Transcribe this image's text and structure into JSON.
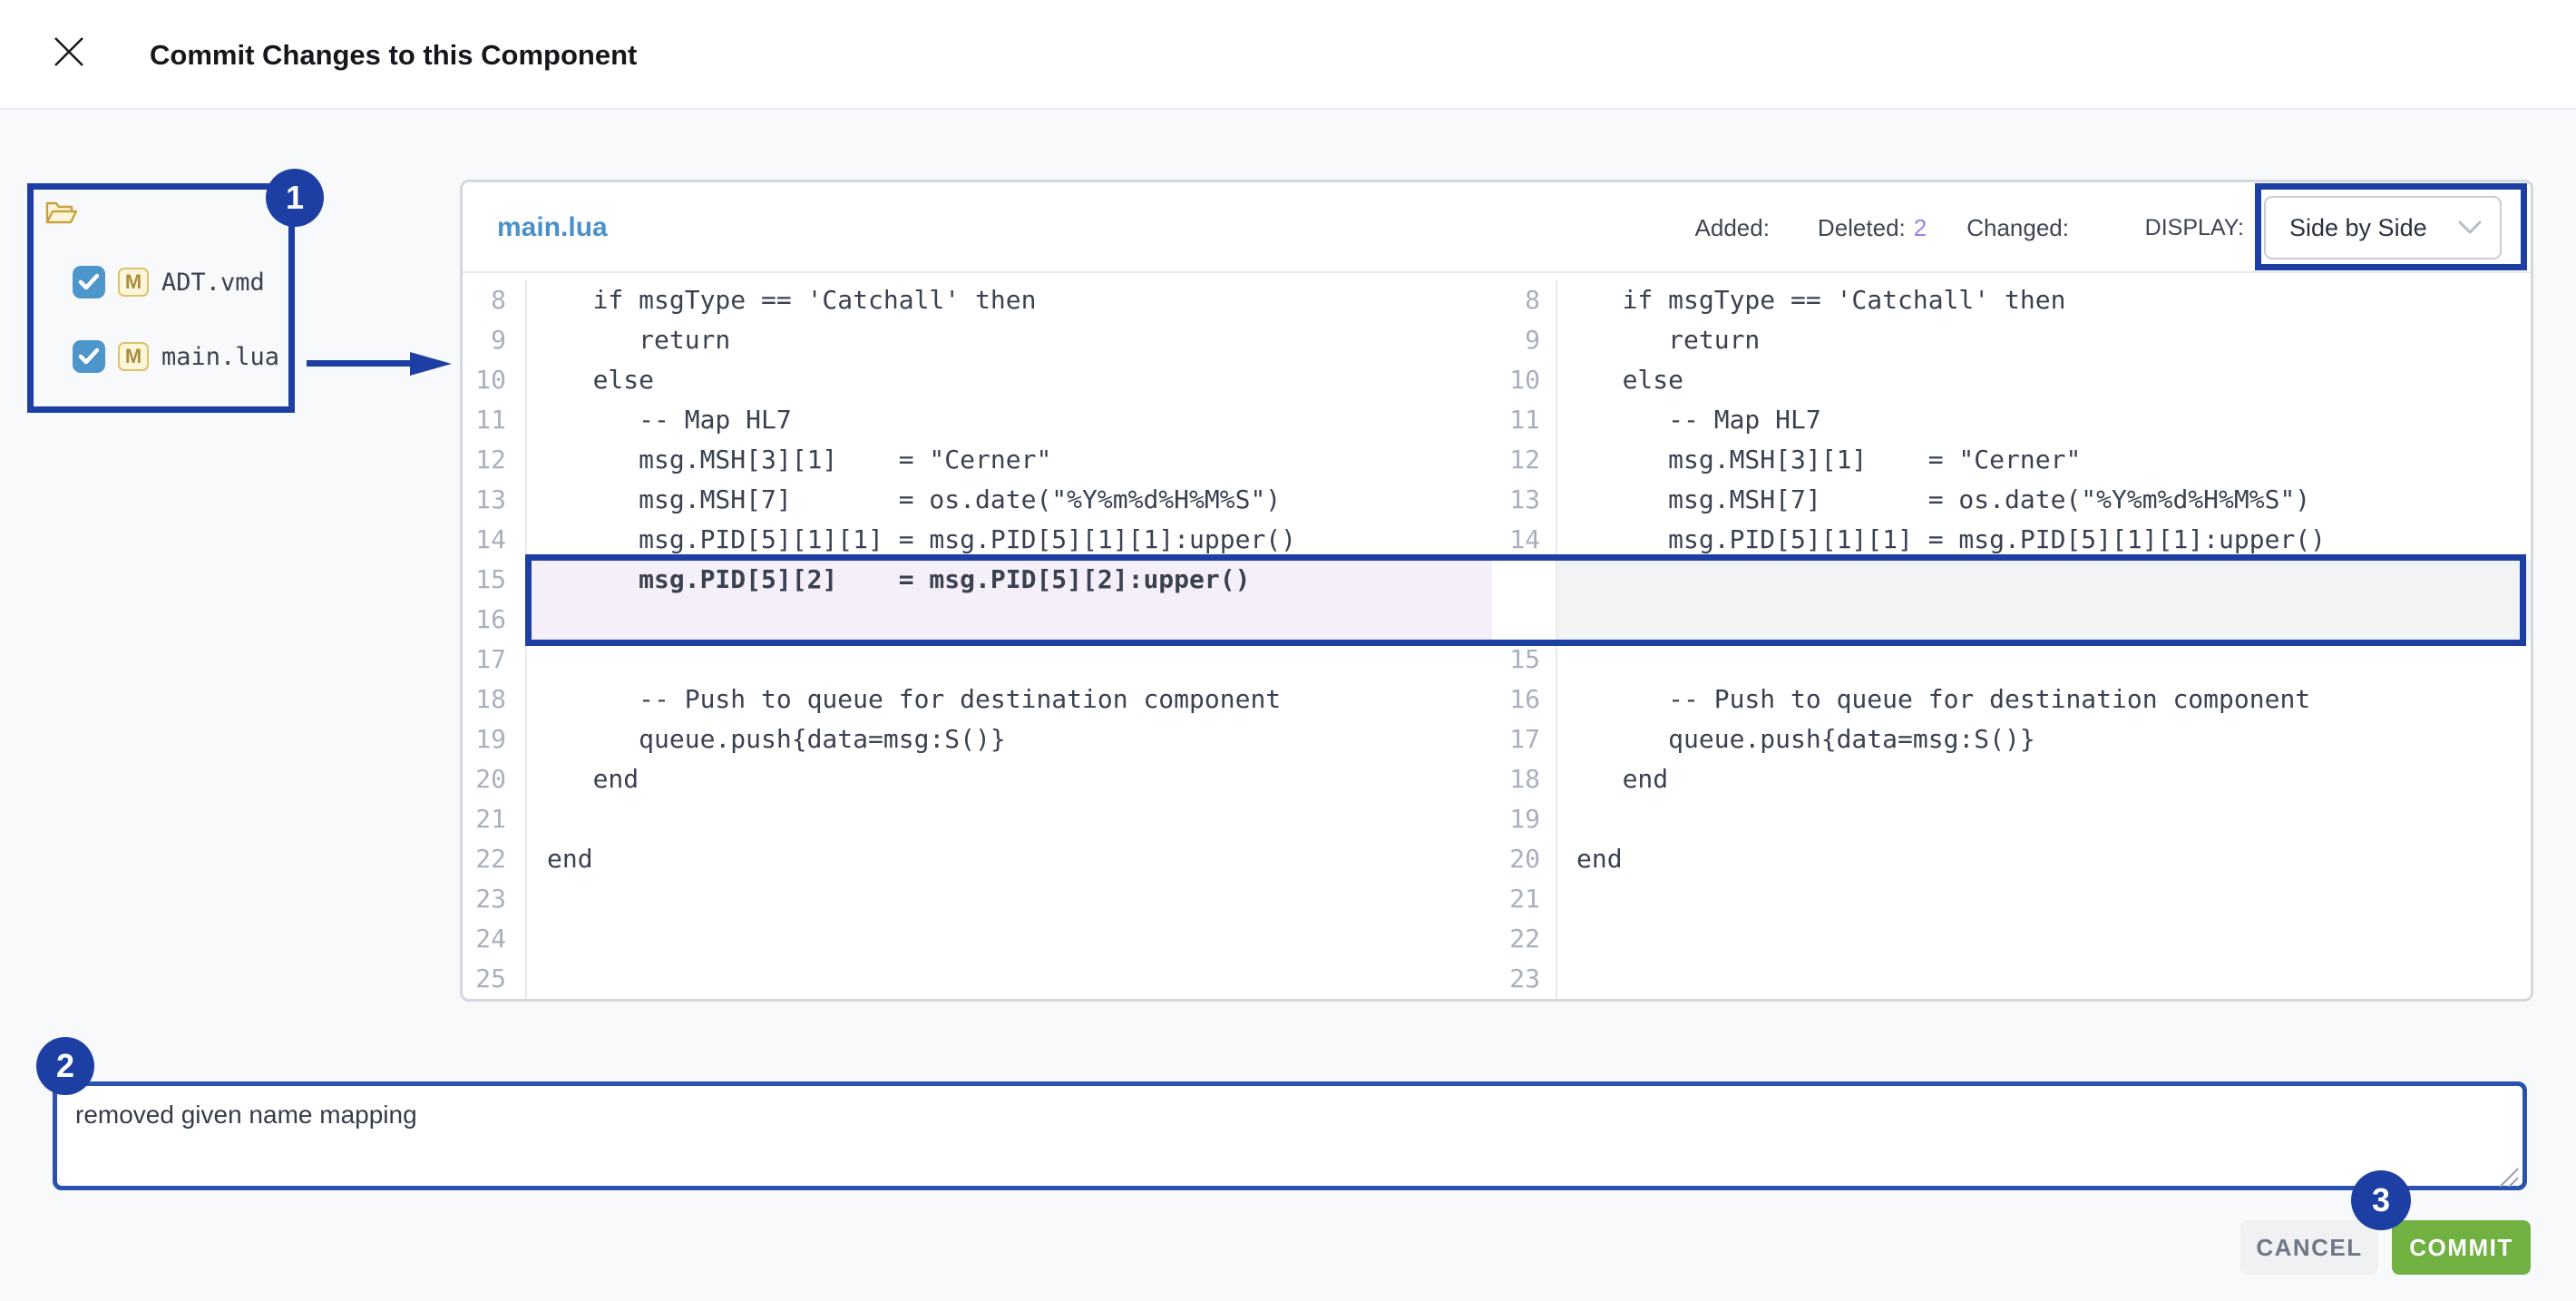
{
  "header": {
    "title": "Commit Changes to this Component"
  },
  "file_list": {
    "files": [
      {
        "name": "ADT.vmd",
        "status": "M",
        "checked": true
      },
      {
        "name": "main.lua",
        "status": "M",
        "checked": true
      }
    ]
  },
  "diff": {
    "filename": "main.lua",
    "stats": {
      "added_label": "Added:",
      "added_value": "",
      "deleted_label": "Deleted:",
      "deleted_value": "2",
      "changed_label": "Changed:",
      "changed_value": ""
    },
    "display_label": "DISPLAY:",
    "display_value": "Side by Side",
    "rows": [
      {
        "ln": "8",
        "lcode": "   if msgType == 'Catchall' then",
        "rn": "8",
        "rcode": "   if msgType == 'Catchall' then",
        "highlight": false,
        "bold": false
      },
      {
        "ln": "9",
        "lcode": "      return",
        "rn": "9",
        "rcode": "      return",
        "highlight": false,
        "bold": false
      },
      {
        "ln": "10",
        "lcode": "   else",
        "rn": "10",
        "rcode": "   else",
        "highlight": false,
        "bold": false
      },
      {
        "ln": "11",
        "lcode": "      -- Map HL7",
        "rn": "11",
        "rcode": "      -- Map HL7",
        "highlight": false,
        "bold": false
      },
      {
        "ln": "12",
        "lcode": "      msg.MSH[3][1]    = \"Cerner\"",
        "rn": "12",
        "rcode": "      msg.MSH[3][1]    = \"Cerner\"",
        "highlight": false,
        "bold": false
      },
      {
        "ln": "13",
        "lcode": "      msg.MSH[7]       = os.date(\"%Y%m%d%H%M%S\")",
        "rn": "13",
        "rcode": "      msg.MSH[7]       = os.date(\"%Y%m%d%H%M%S\")",
        "highlight": false,
        "bold": false
      },
      {
        "ln": "14",
        "lcode": "      msg.PID[5][1][1] = msg.PID[5][1][1]:upper()",
        "rn": "14",
        "rcode": "      msg.PID[5][1][1] = msg.PID[5][1][1]:upper()",
        "highlight": false,
        "bold": false
      },
      {
        "ln": "15",
        "lcode": "      msg.PID[5][2]    = msg.PID[5][2]:upper()",
        "rn": "",
        "rcode": "",
        "highlight": true,
        "bold": true
      },
      {
        "ln": "16",
        "lcode": "",
        "rn": "",
        "rcode": "",
        "highlight": true,
        "bold": false
      },
      {
        "ln": "17",
        "lcode": "",
        "rn": "15",
        "rcode": "",
        "highlight": false,
        "bold": false
      },
      {
        "ln": "18",
        "lcode": "      -- Push to queue for destination component",
        "rn": "16",
        "rcode": "      -- Push to queue for destination component",
        "highlight": false,
        "bold": false
      },
      {
        "ln": "19",
        "lcode": "      queue.push{data=msg:S()}",
        "rn": "17",
        "rcode": "      queue.push{data=msg:S()}",
        "highlight": false,
        "bold": false
      },
      {
        "ln": "20",
        "lcode": "   end",
        "rn": "18",
        "rcode": "   end",
        "highlight": false,
        "bold": false
      },
      {
        "ln": "21",
        "lcode": "",
        "rn": "19",
        "rcode": "",
        "highlight": false,
        "bold": false
      },
      {
        "ln": "22",
        "lcode": "end",
        "rn": "20",
        "rcode": "end",
        "highlight": false,
        "bold": false
      },
      {
        "ln": "23",
        "lcode": "",
        "rn": "21",
        "rcode": "",
        "highlight": false,
        "bold": false
      },
      {
        "ln": "24",
        "lcode": "",
        "rn": "22",
        "rcode": "",
        "highlight": false,
        "bold": false
      },
      {
        "ln": "25",
        "lcode": "",
        "rn": "23",
        "rcode": "",
        "highlight": false,
        "bold": false
      }
    ]
  },
  "commit": {
    "message": "removed given name mapping"
  },
  "actions": {
    "cancel_label": "CANCEL",
    "commit_label": "COMMIT"
  },
  "annotations": {
    "step1": "1",
    "step2": "2",
    "step3": "3"
  },
  "icons": {
    "close": "close-icon",
    "folder": "folder-open-icon",
    "checkmark": "checkmark-icon",
    "chevron": "chevron-down-icon"
  },
  "colors": {
    "annotation_blue": "#1d3fa3",
    "deleted_count_purple": "#9d7fe0",
    "filename_blue": "#4a90cd",
    "commit_green": "#71b142",
    "checkbox_blue": "#4d96cc",
    "highlight_left": "#f5effa",
    "highlight_right": "#f2f3f5",
    "modified_badge_bg": "#fdf6da"
  }
}
